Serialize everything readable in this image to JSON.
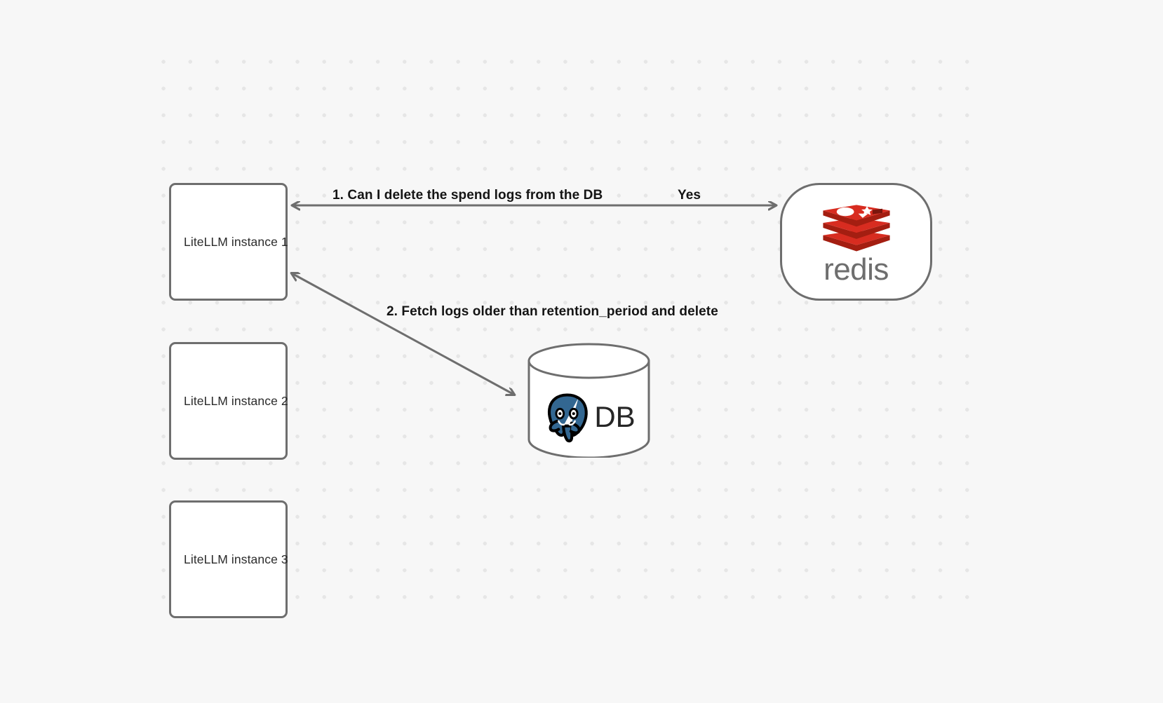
{
  "diagram": {
    "background_color": "#f7f7f7",
    "dot_color": "#e6e6e6",
    "stroke_color": "#6e6e6e",
    "nodes": {
      "litellm_instances": [
        {
          "label": "LiteLLM instance 1"
        },
        {
          "label": "LiteLLM instance 2"
        },
        {
          "label": "LiteLLM instance 3"
        }
      ],
      "redis": {
        "wordmark": "redis",
        "logo_red": "#d82c20",
        "logo_red_dark": "#a41e11",
        "wordmark_color": "#6e6e6e"
      },
      "database": {
        "label": "DB",
        "elephant_color": "#336791",
        "text_color": "#262626"
      }
    },
    "edges": [
      {
        "step": "1.",
        "label": "1.  Can I delete the spend logs from the DB"
      },
      {
        "reply": "Yes"
      },
      {
        "step": "2.",
        "label": "2.  Fetch logs older than retention_period and delete"
      }
    ],
    "labels": {
      "step1": "1.  Can I delete the spend logs from the DB",
      "yes": "Yes",
      "step2": "2.  Fetch logs older than retention_period and delete"
    }
  }
}
